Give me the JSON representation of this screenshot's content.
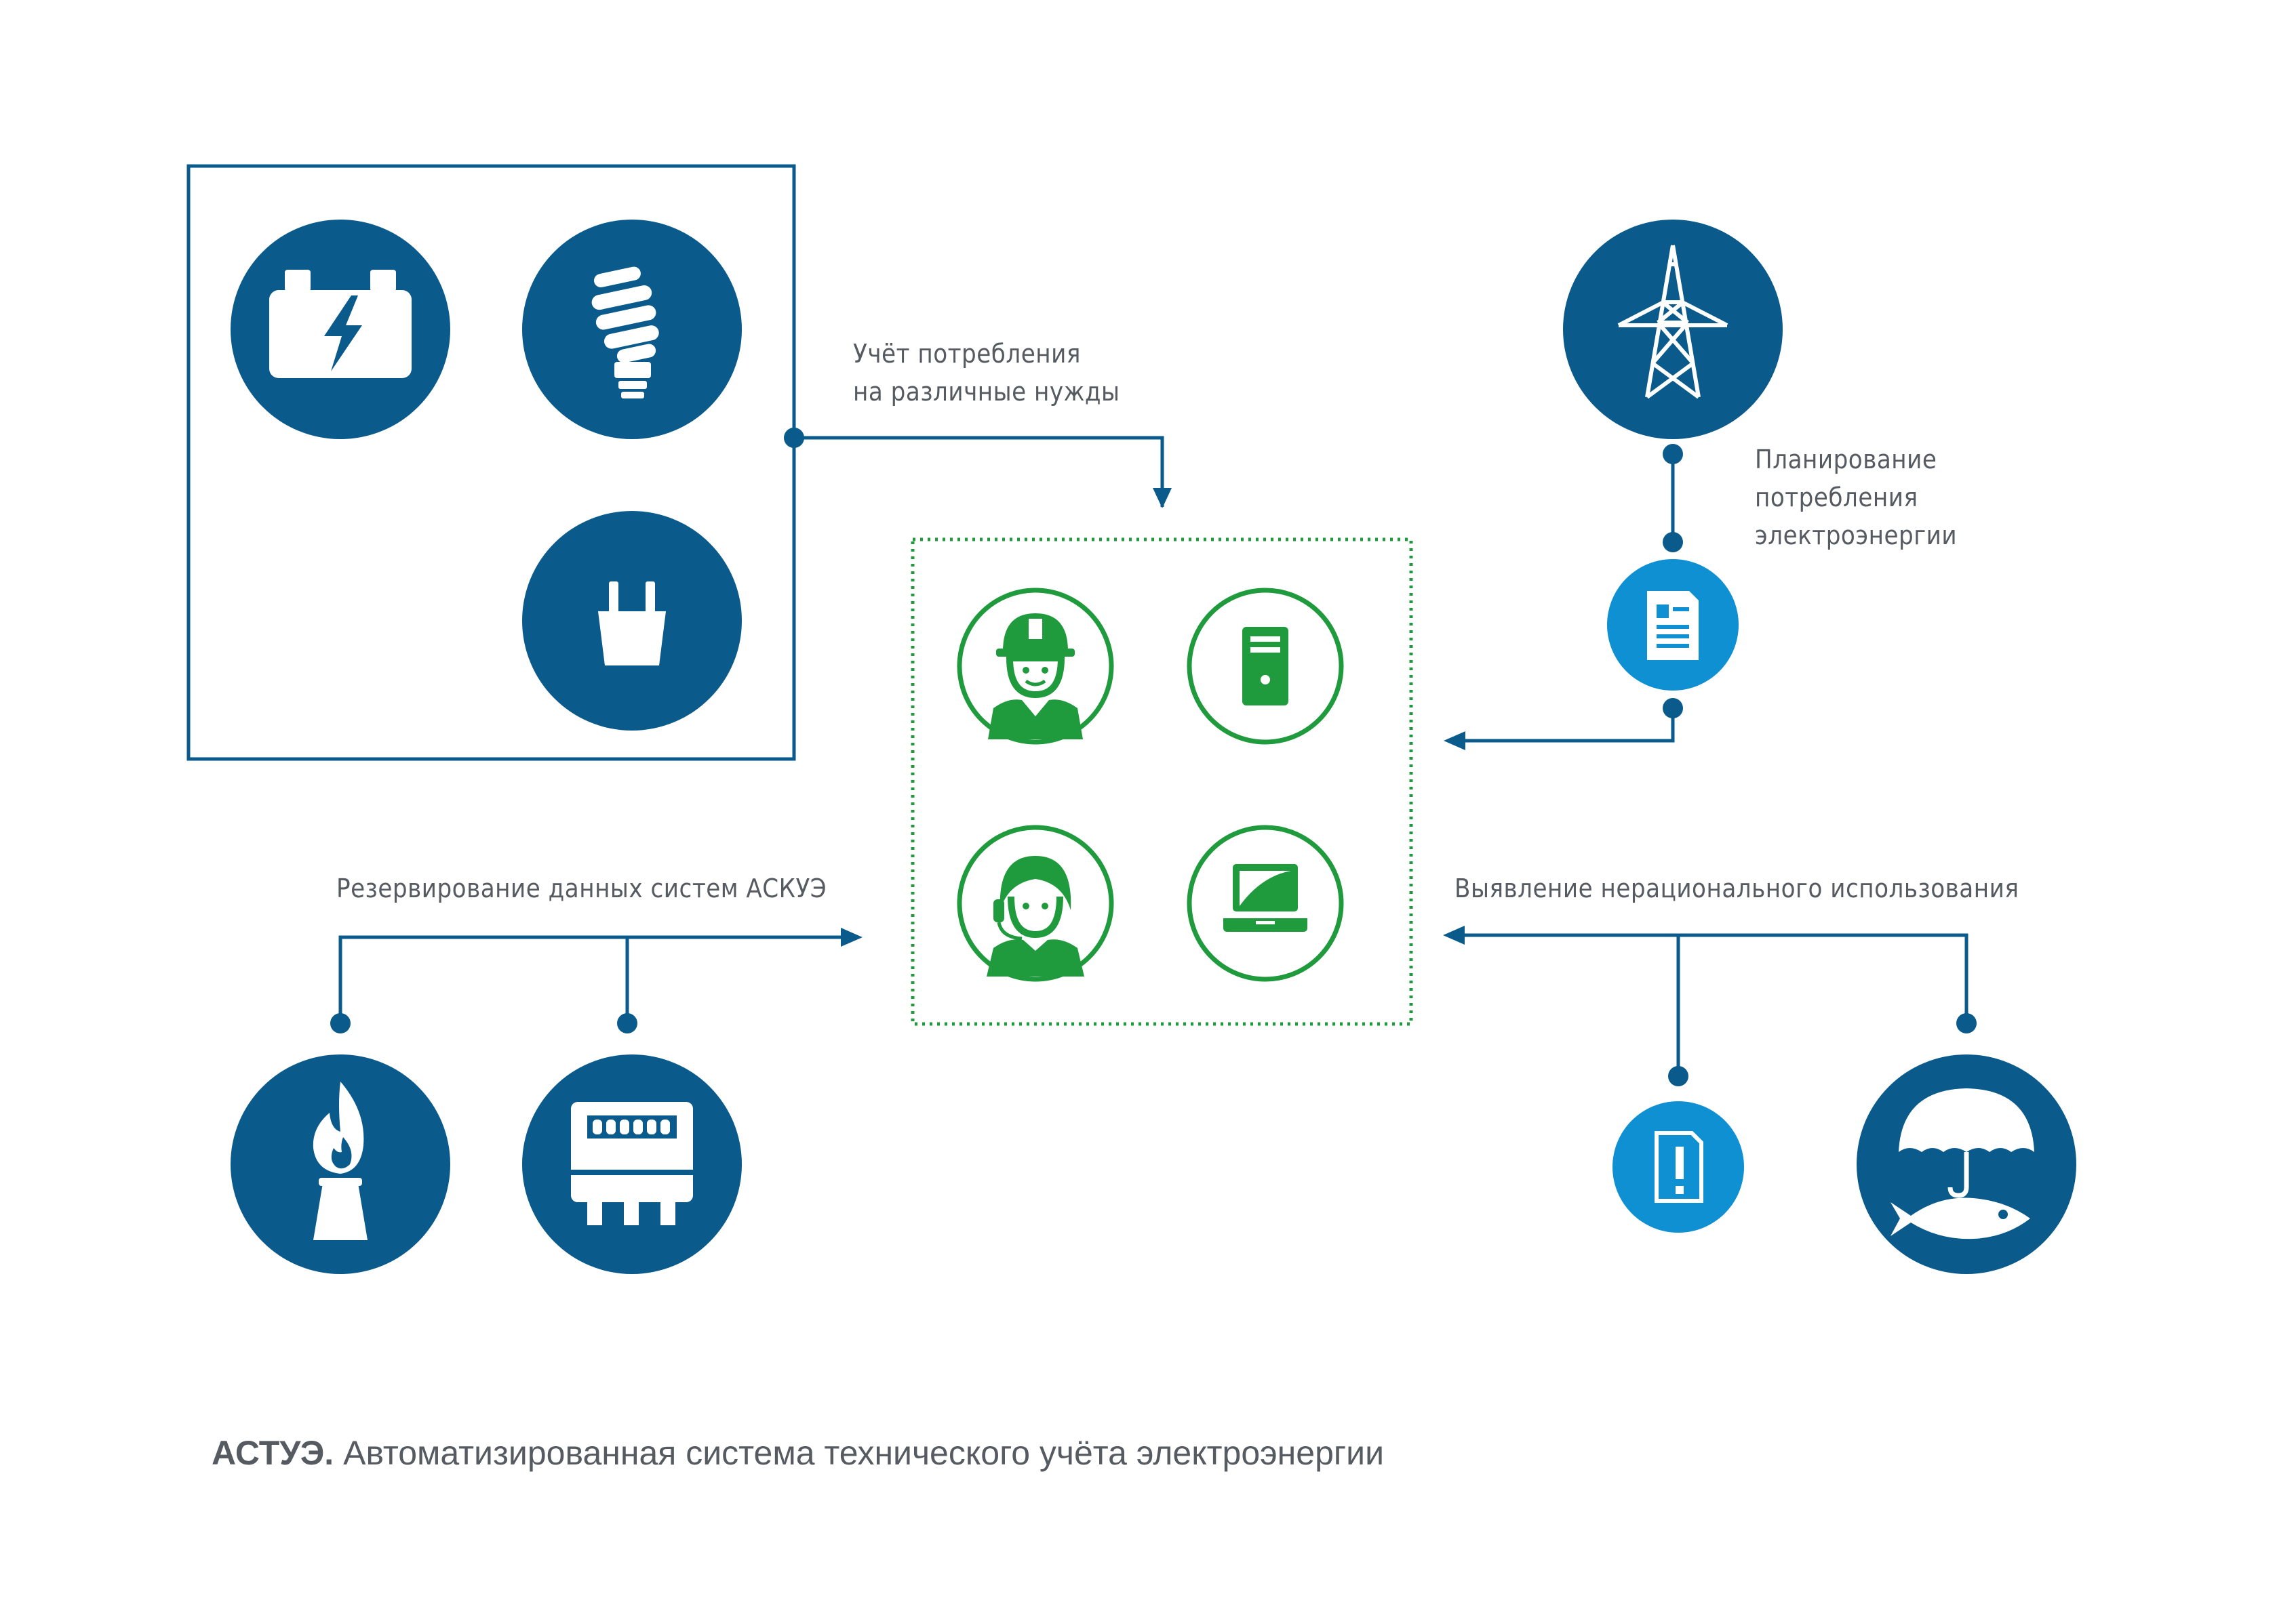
{
  "labels": {
    "consumption": "Учёт потребления\nна различные нужды",
    "planning": "Планирование\nпотребления\nэлектроэнергии",
    "reservation": "Резервирование данных систем АСКУЭ",
    "irrational": "Выявление нерационального использования"
  },
  "caption": {
    "bold": "АСТУЭ.",
    "text": "Автоматизированная система технического учёта электроэнергии"
  },
  "icons": {
    "group": [
      "battery-icon",
      "energy-saving-bulb-icon",
      "power-plug-icon"
    ],
    "center": [
      "engineer-icon",
      "server-icon",
      "operator-icon",
      "laptop-icon"
    ],
    "planning": [
      "power-tower-icon",
      "document-icon"
    ],
    "reservation": [
      "gas-plant-icon",
      "electricity-meter-icon"
    ],
    "irrational": [
      "warning-document-icon",
      "umbrella-fish-icon"
    ]
  },
  "colors": {
    "dark_blue": "#0b5a8c",
    "light_blue": "#0e90d2",
    "green": "#1f9a3c",
    "text": "#555b61",
    "line": "#0b5a8c"
  }
}
